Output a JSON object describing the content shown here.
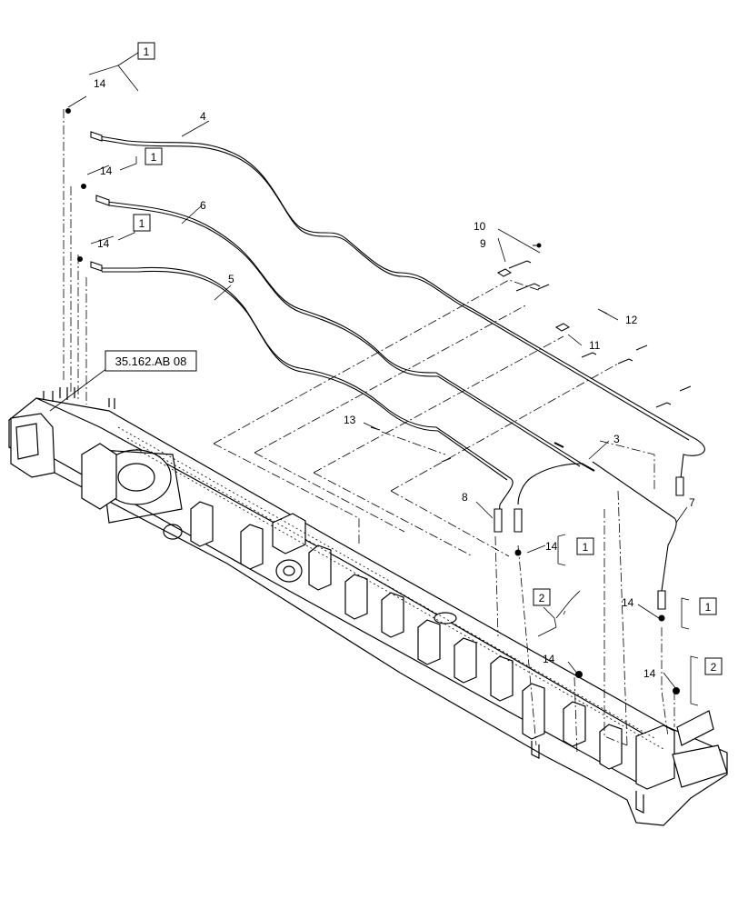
{
  "diagram": {
    "type": "exploded-parts-diagram",
    "reference_label": "35.162.AB 08",
    "callouts": {
      "c1": "1",
      "c2": "2",
      "c3": "3",
      "c4": "4",
      "c5": "5",
      "c6": "6",
      "c7": "7",
      "c8": "8",
      "c9": "9",
      "c10": "10",
      "c11": "11",
      "c12": "12",
      "c13": "13",
      "c14": "14"
    }
  }
}
